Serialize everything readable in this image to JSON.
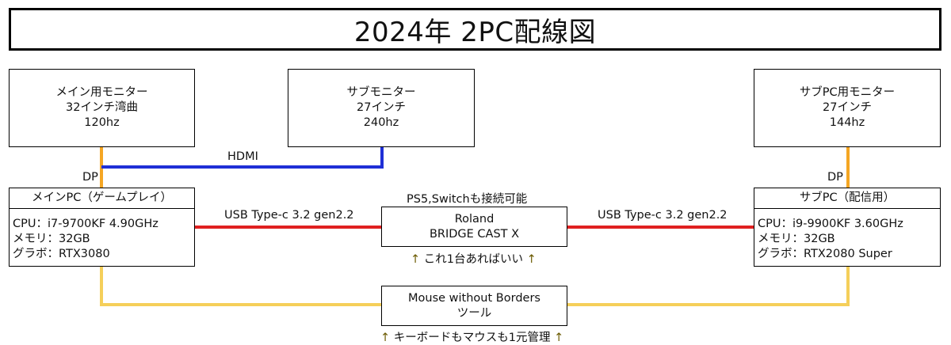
{
  "title": "2024年 2PC配線図",
  "monitors": {
    "main": [
      "メイン用モニター",
      "32インチ湾曲",
      "120hz"
    ],
    "sub": [
      "サブモニター",
      "27インチ",
      "240hz"
    ],
    "subpc": [
      "サブPC用モニター",
      "27インチ",
      "144hz"
    ]
  },
  "main_pc": {
    "header": "メインPC（ゲームプレイ）",
    "specs": [
      "CPU：i7-9700KF 4.90GHz",
      "メモリ：32GB",
      "グラボ：RTX3080"
    ]
  },
  "sub_pc": {
    "header": "サブPC（配信用）",
    "specs": [
      "CPU：i9-9900KF 3.60GHz",
      "メモリ：32GB",
      "グラボ：RTX2080 Super"
    ]
  },
  "roland": {
    "lines": [
      "Roland",
      "BRIDGE CAST X"
    ],
    "top_note": "PS5,Switchも接続可能",
    "bottom_note": "これ1台あればいい"
  },
  "mouse": {
    "lines": [
      "Mouse without Borders",
      "ツール"
    ],
    "bottom_note": "キーボードもマウスも1元管理"
  },
  "connections": {
    "hdmi": "HDMI",
    "dp_left": "DP",
    "dp_right": "DP",
    "usb_left": "USB Type-c 3.2 gen2.2",
    "usb_right": "USB Type-c 3.2 gen2.2"
  },
  "colors": {
    "dp": "#f5a623",
    "hdmi": "#1f2fd6",
    "usb": "#e02020",
    "mouse_link": "#f5cf5a",
    "arrow": "#6b5a00"
  }
}
